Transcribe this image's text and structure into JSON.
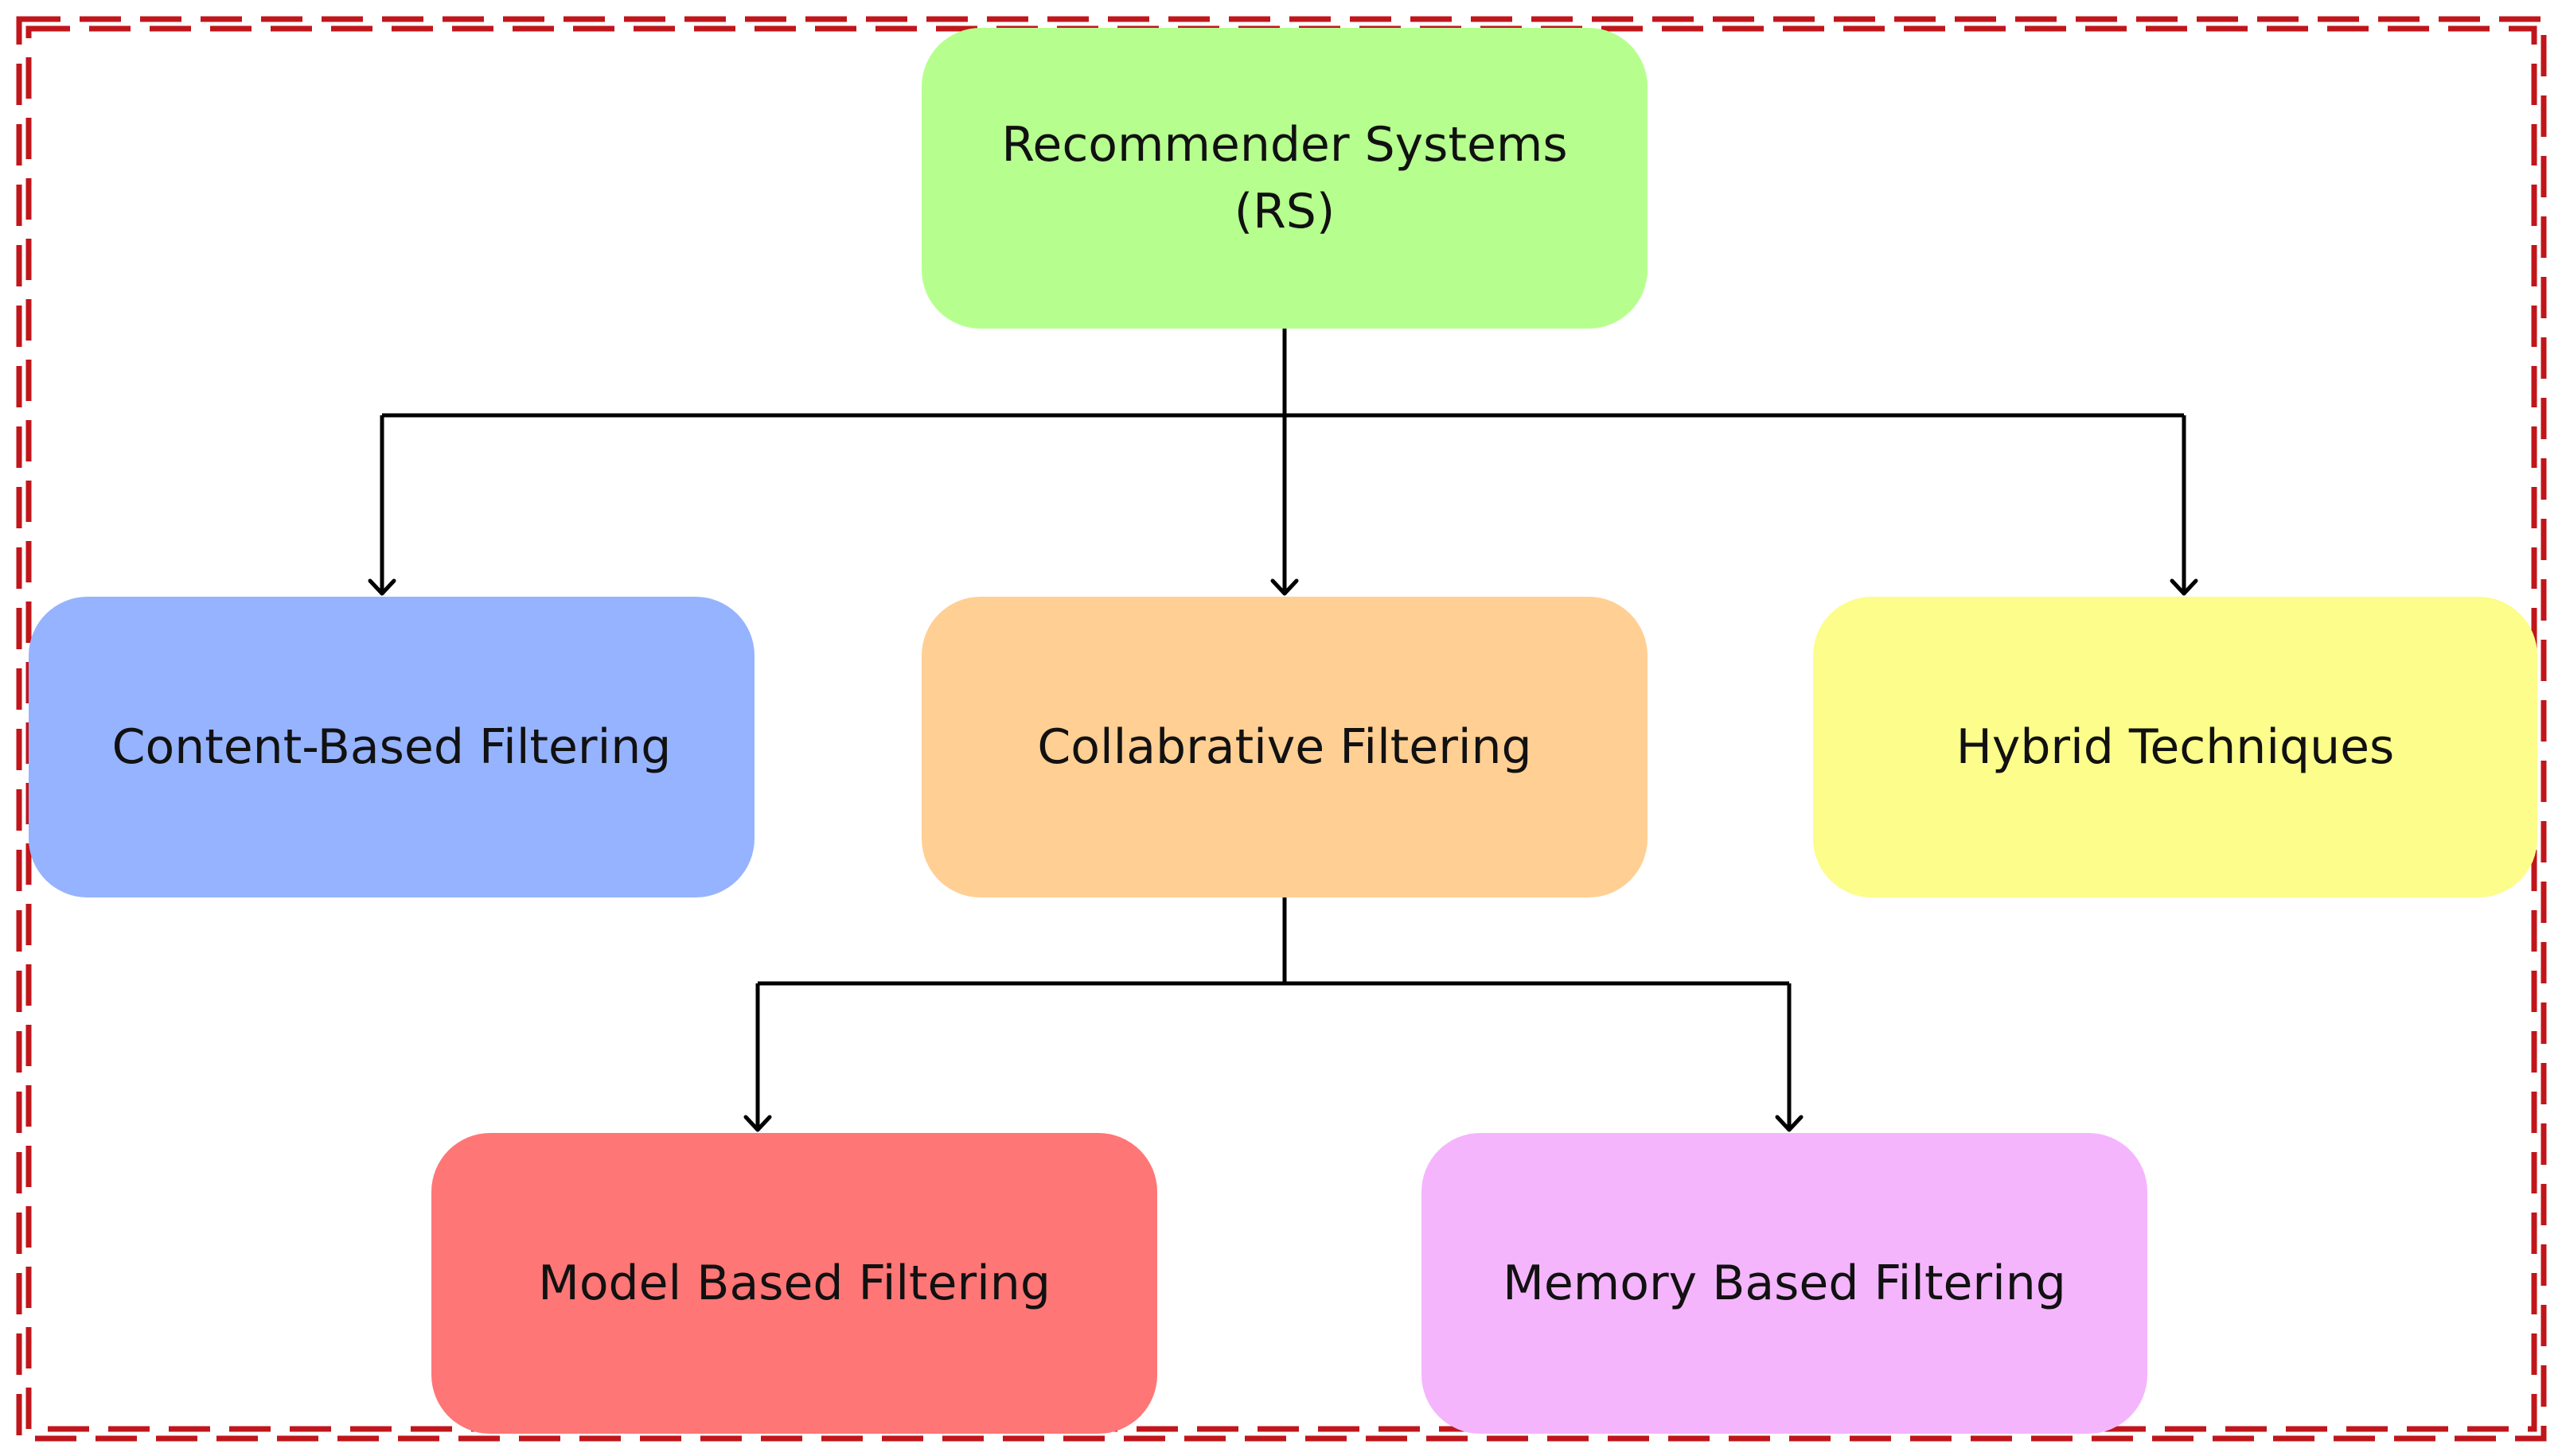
{
  "diagram": {
    "nodes": {
      "root": {
        "label": "Recommender Systems\n(RS)",
        "color": "#b6ff8f"
      },
      "content_based": {
        "label": "Content-Based Filtering",
        "color": "#96b3ff"
      },
      "collaborative": {
        "label": "Collabrative Filtering",
        "color": "#ffcf94"
      },
      "hybrid": {
        "label": "Hybrid Techniques",
        "color": "#fcfd8b"
      },
      "model_based": {
        "label": "Model Based Filtering",
        "color": "#ff7676"
      },
      "memory_based": {
        "label": "Memory Based Filtering",
        "color": "#f4b5fd"
      }
    },
    "edges": [
      {
        "from": "root",
        "to": "content_based"
      },
      {
        "from": "root",
        "to": "collaborative"
      },
      {
        "from": "root",
        "to": "hybrid"
      },
      {
        "from": "collaborative",
        "to": "model_based"
      },
      {
        "from": "collaborative",
        "to": "memory_based"
      }
    ],
    "frame_color": "#c0161b",
    "connector_color": "#000000"
  }
}
